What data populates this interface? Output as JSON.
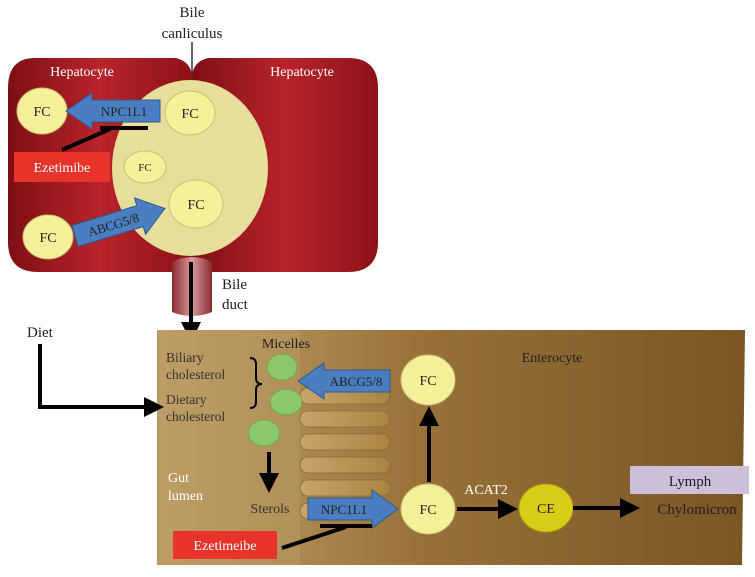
{
  "labels": {
    "bile_canaliculus_1": "Bile",
    "bile_canaliculus_2": "canliculus",
    "hepatocyte_left": "Hepatocyte",
    "hepatocyte_right": "Hepatocyte",
    "bile_duct_1": "Bile",
    "bile_duct_2": "duct",
    "diet": "Diet",
    "micelles": "Micelles",
    "biliary_1": "Biliary",
    "biliary_2": "cholesterol",
    "dietary_1": "Dietary",
    "dietary_2": "cholesterol",
    "enterocyte": "Enterocyte",
    "gut_1": "Gut",
    "gut_2": "lumen",
    "sterols": "Sterols",
    "acat2": "ACAT2",
    "lymph": "Lymph",
    "chylomicron": "Chylomicron"
  },
  "molecules": {
    "fc": "FC",
    "ce": "CE"
  },
  "transporters": {
    "npc1l1": "NPC1L1",
    "abcg58": "ABCG5/8"
  },
  "drugs": {
    "ezetimibe_top": "Ezetimibe",
    "ezetimibe_bottom": "Ezetimeibe"
  },
  "colors": {
    "hepatocyte": "#a11a1f",
    "canaliculus": "#e8de9c",
    "enterocyte": "#9a7638",
    "fc_circle": "#f6f09a",
    "micelle": "#8cc86a",
    "ce_circle": "#d9cc18",
    "transporter": "#4a7ec0",
    "drug": "#e8332a",
    "lymph": "#cbbfda"
  }
}
